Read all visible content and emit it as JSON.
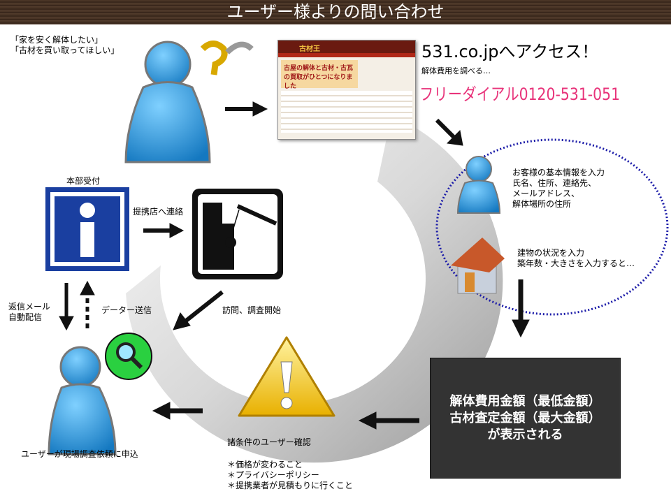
{
  "header": {
    "title": "ユーザー様よりの問い合わせ"
  },
  "user_quote": "「家を安く解体したい」\n「古材を買い取ってほしい」",
  "website": {
    "logo": "古材王",
    "banner": "古屋の解体と古材・古瓦の買取がひとつになりました"
  },
  "access": {
    "title": "531.co.jpへアクセス！",
    "subtitle": "解体費用を調べる…",
    "phone": "フリーダイアル0120-531-051"
  },
  "input_customer": "お客様の基本情報を入力\n氏名、住所、連絡先、\nメールアドレス、\n解体場所の住所",
  "input_building": "建物の状況を入力\n築年数・大きさを入力すると…",
  "result_box": "解体費用金額（最低金額）\n古材査定金額（最大金額）\nが表示される",
  "confirm": {
    "title": "諸条件のユーザー確認",
    "items": "＊価格が変わること\n＊プライバシーポリシー\n＊提携業者が見積もりに行くこと"
  },
  "user_apply": "ユーザーが現場調査依頼に申込",
  "hq": "本部受付",
  "contact_partner": "提携店へ連絡",
  "visit": "訪問、調査開始",
  "reply_mail": "返信メール\n自動配信",
  "data_send": "データー送信",
  "colors": {
    "person": "#1e8fd8",
    "phone": "#e8337a",
    "ellipse": "#1a1aa8"
  }
}
